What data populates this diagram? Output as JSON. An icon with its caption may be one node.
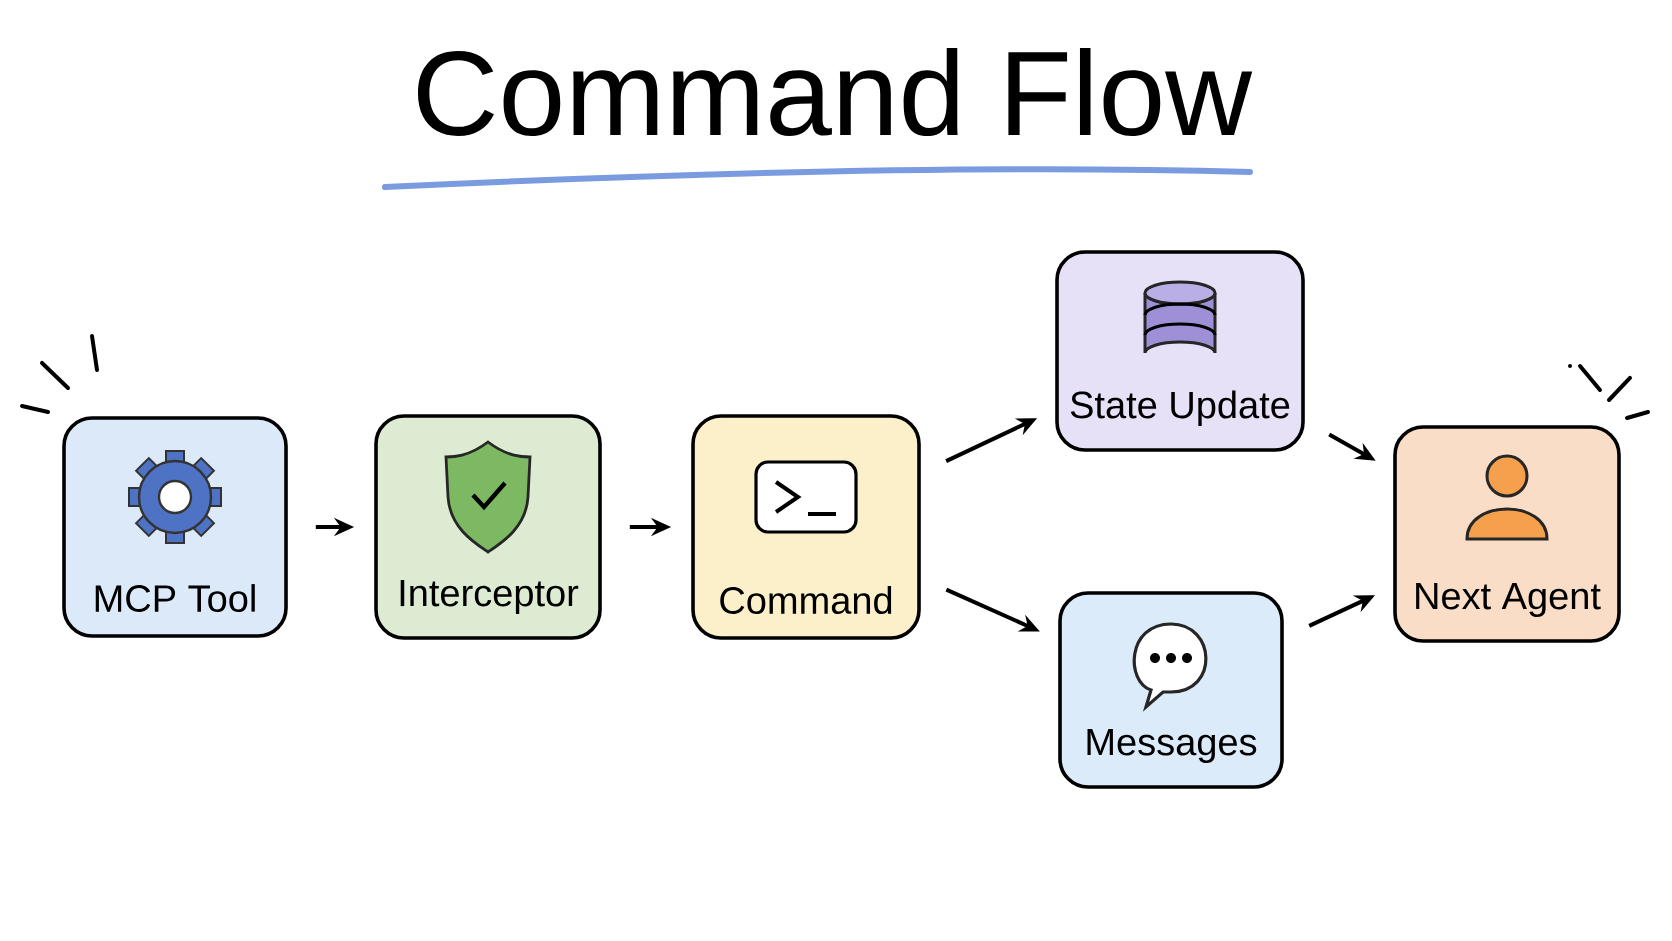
{
  "diagram": {
    "title": "Command Flow",
    "nodes": [
      {
        "text": [
          "MCP Tool"
        ]
      },
      {
        "text": [
          "Interceptor"
        ]
      },
      {
        "text": [
          "Command"
        ]
      },
      {
        "text": [
          "State Update"
        ]
      },
      {
        "text": [
          "Messages"
        ]
      },
      {
        "text": [
          "Next Agent"
        ]
      }
    ],
    "edges": [
      {
        "from": 0,
        "to": 1,
        "arrow": "to"
      },
      {
        "from": 1,
        "to": 2,
        "arrow": "to"
      },
      {
        "from": 2,
        "to": 3,
        "arrow": "to"
      },
      {
        "from": 2,
        "to": 4,
        "arrow": "to"
      },
      {
        "from": 3,
        "to": 5,
        "arrow": "to"
      },
      {
        "from": 4,
        "to": 5,
        "arrow": "to"
      }
    ]
  }
}
